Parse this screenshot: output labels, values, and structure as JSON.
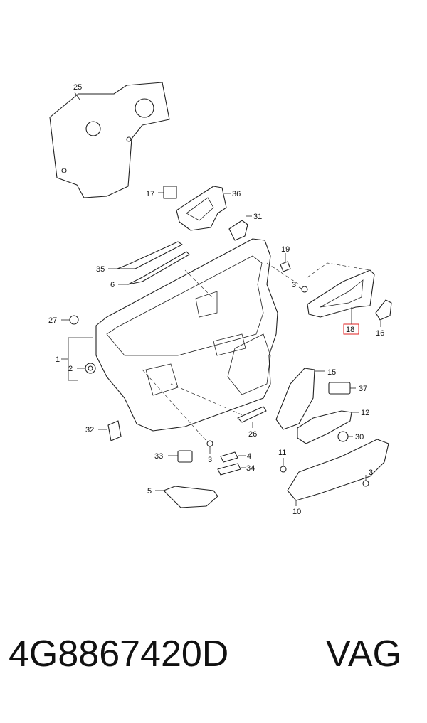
{
  "diagram": {
    "callouts": [
      {
        "id": "callout-25",
        "label": "25"
      },
      {
        "id": "callout-17",
        "label": "17"
      },
      {
        "id": "callout-36",
        "label": "36"
      },
      {
        "id": "callout-31",
        "label": "31"
      },
      {
        "id": "callout-35",
        "label": "35"
      },
      {
        "id": "callout-6",
        "label": "6"
      },
      {
        "id": "callout-19",
        "label": "19"
      },
      {
        "id": "callout-3a",
        "label": "3"
      },
      {
        "id": "callout-18",
        "label": "18"
      },
      {
        "id": "callout-16",
        "label": "16"
      },
      {
        "id": "callout-27",
        "label": "27"
      },
      {
        "id": "callout-1",
        "label": "1"
      },
      {
        "id": "callout-2",
        "label": "2"
      },
      {
        "id": "callout-15",
        "label": "15"
      },
      {
        "id": "callout-37",
        "label": "37"
      },
      {
        "id": "callout-12",
        "label": "12"
      },
      {
        "id": "callout-26",
        "label": "26"
      },
      {
        "id": "callout-32",
        "label": "32"
      },
      {
        "id": "callout-30",
        "label": "30"
      },
      {
        "id": "callout-33",
        "label": "33"
      },
      {
        "id": "callout-3b",
        "label": "3"
      },
      {
        "id": "callout-4",
        "label": "4"
      },
      {
        "id": "callout-34",
        "label": "34"
      },
      {
        "id": "callout-11",
        "label": "11"
      },
      {
        "id": "callout-3c",
        "label": "3"
      },
      {
        "id": "callout-5",
        "label": "5"
      },
      {
        "id": "callout-10",
        "label": "10"
      }
    ],
    "highlight_color": "#e02020"
  },
  "footer": {
    "part_number": "4G8867420D",
    "brand": "VAG"
  }
}
